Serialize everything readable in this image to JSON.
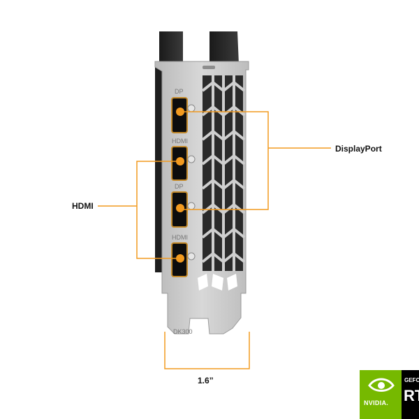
{
  "callouts": {
    "hdmi": "HDMI",
    "displayport": "DisplayPort",
    "width": "1.6”"
  },
  "bracket_markings": {
    "port1": "DP",
    "port2": "HDMI",
    "port3": "DP",
    "port4": "HDMI",
    "stamp": "DK300"
  },
  "badge": {
    "nvidia": "NVIDIA.",
    "geforce": "GEFO",
    "rtx": "RT"
  },
  "colors": {
    "accent_orange": "#f29a1f",
    "bracket_silver": "#c9c9c9",
    "nvidia_green": "#76b900"
  },
  "icons": [
    "nvidia-eye-icon"
  ]
}
